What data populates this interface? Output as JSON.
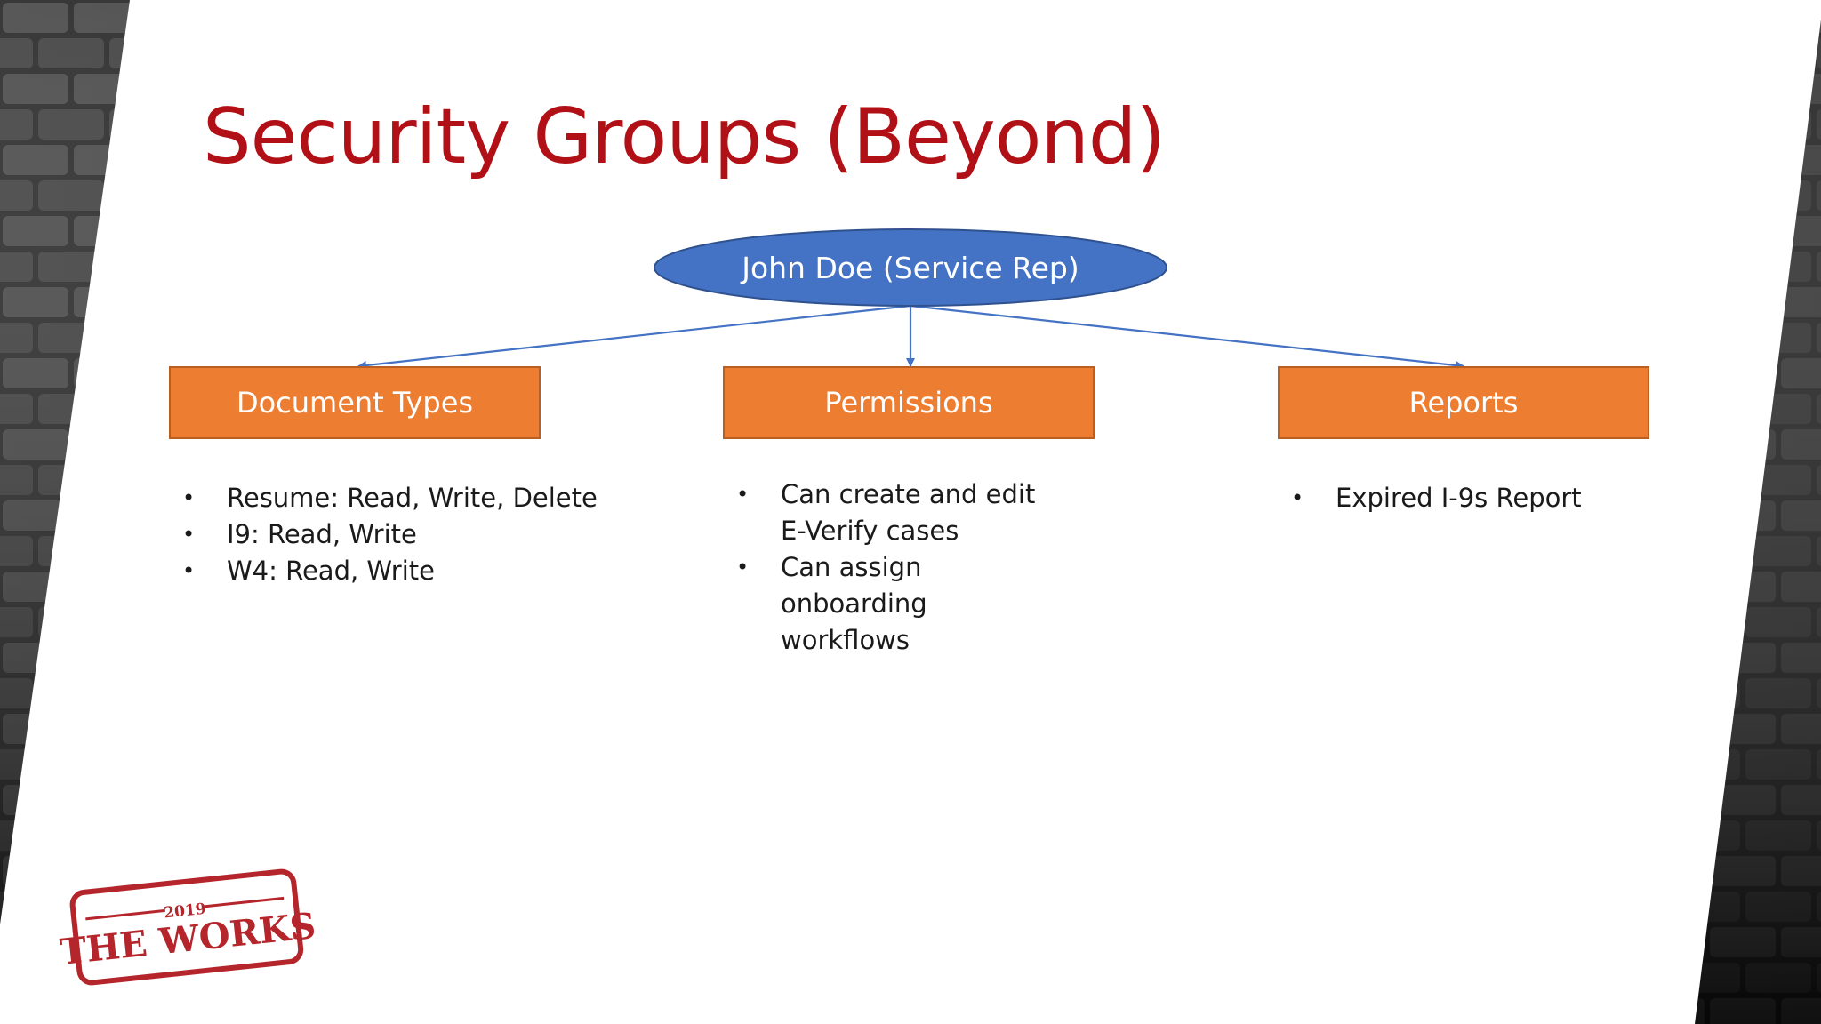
{
  "slide": {
    "title": "Security Groups (Beyond)",
    "root_node": "John Doe (Service Rep)",
    "groups": [
      {
        "label": "Document Types",
        "items": [
          "Resume: Read, Write, Delete",
          "I9: Read, Write",
          "W4: Read, Write"
        ]
      },
      {
        "label": "Permissions",
        "items": [
          "Can create and edit E-Verify cases",
          "Can assign onboarding workflows"
        ]
      },
      {
        "label": "Reports",
        "items": [
          "Expired I-9s Report"
        ]
      }
    ],
    "logo": {
      "year": "2019",
      "text": "THE WORKS"
    }
  },
  "colors": {
    "title": "#b11116",
    "ellipse_fill": "#4472c4",
    "box_fill": "#ed7d31",
    "connector": "#4472c4",
    "stamp": "#b5262c"
  }
}
